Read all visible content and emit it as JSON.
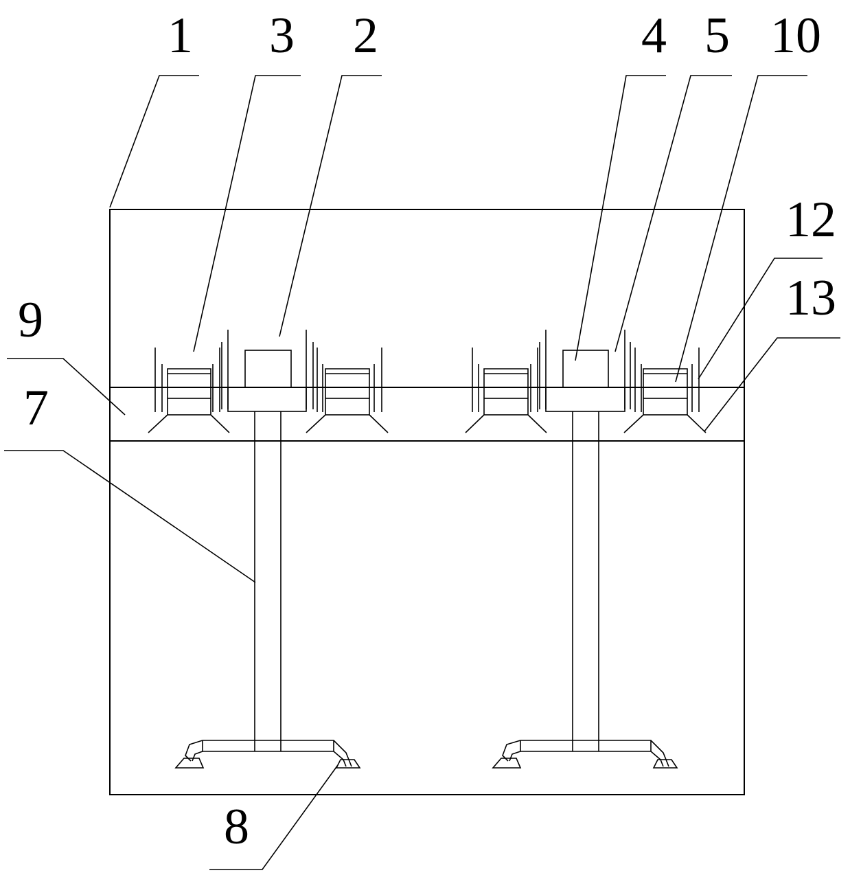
{
  "labels": {
    "l1": "1",
    "l3": "3",
    "l2": "2",
    "l4": "4",
    "l5": "5",
    "l10": "10",
    "l12": "12",
    "l13": "13",
    "l9": "9",
    "l7": "7",
    "l8": "8"
  },
  "colors": {
    "stroke": "#000000",
    "background": "#ffffff"
  }
}
